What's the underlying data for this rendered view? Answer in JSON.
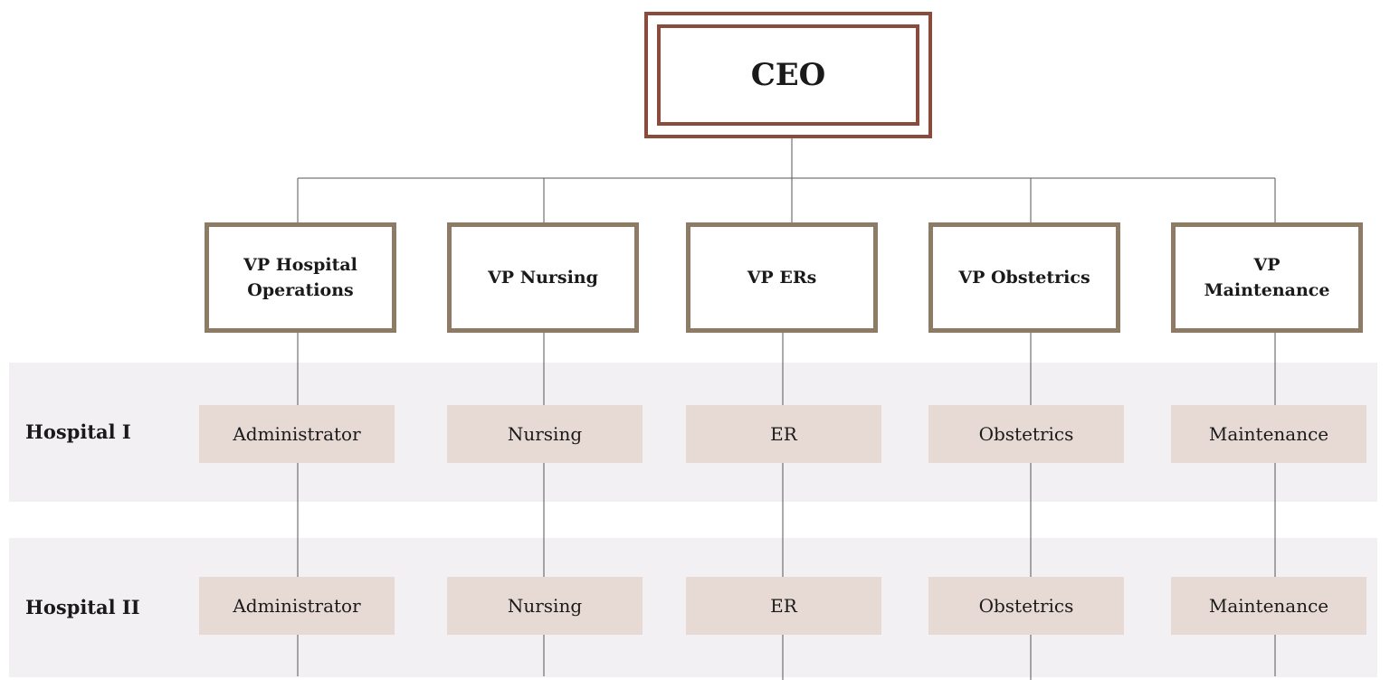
{
  "ceo": {
    "title": "CEO"
  },
  "vps": [
    {
      "title": "VP Hospital Operations"
    },
    {
      "title": "VP Nursing"
    },
    {
      "title": "VP ERs"
    },
    {
      "title": "VP Obstetrics"
    },
    {
      "title": "VP Maintenance"
    }
  ],
  "hospitals": [
    {
      "name": "Hospital I",
      "departments": [
        "Administrator",
        "Nursing",
        "ER",
        "Obstetrics",
        "Maintenance"
      ]
    },
    {
      "name": "Hospital II",
      "departments": [
        "Administrator",
        "Nursing",
        "ER",
        "Obstetrics",
        "Maintenance"
      ]
    }
  ],
  "colors": {
    "ceo_border": "#8a4a3c",
    "vp_border": "#8e7b65",
    "dept_fill": "#e7dad4",
    "band_fill": "#f2f0f2",
    "connector": "#555555"
  }
}
